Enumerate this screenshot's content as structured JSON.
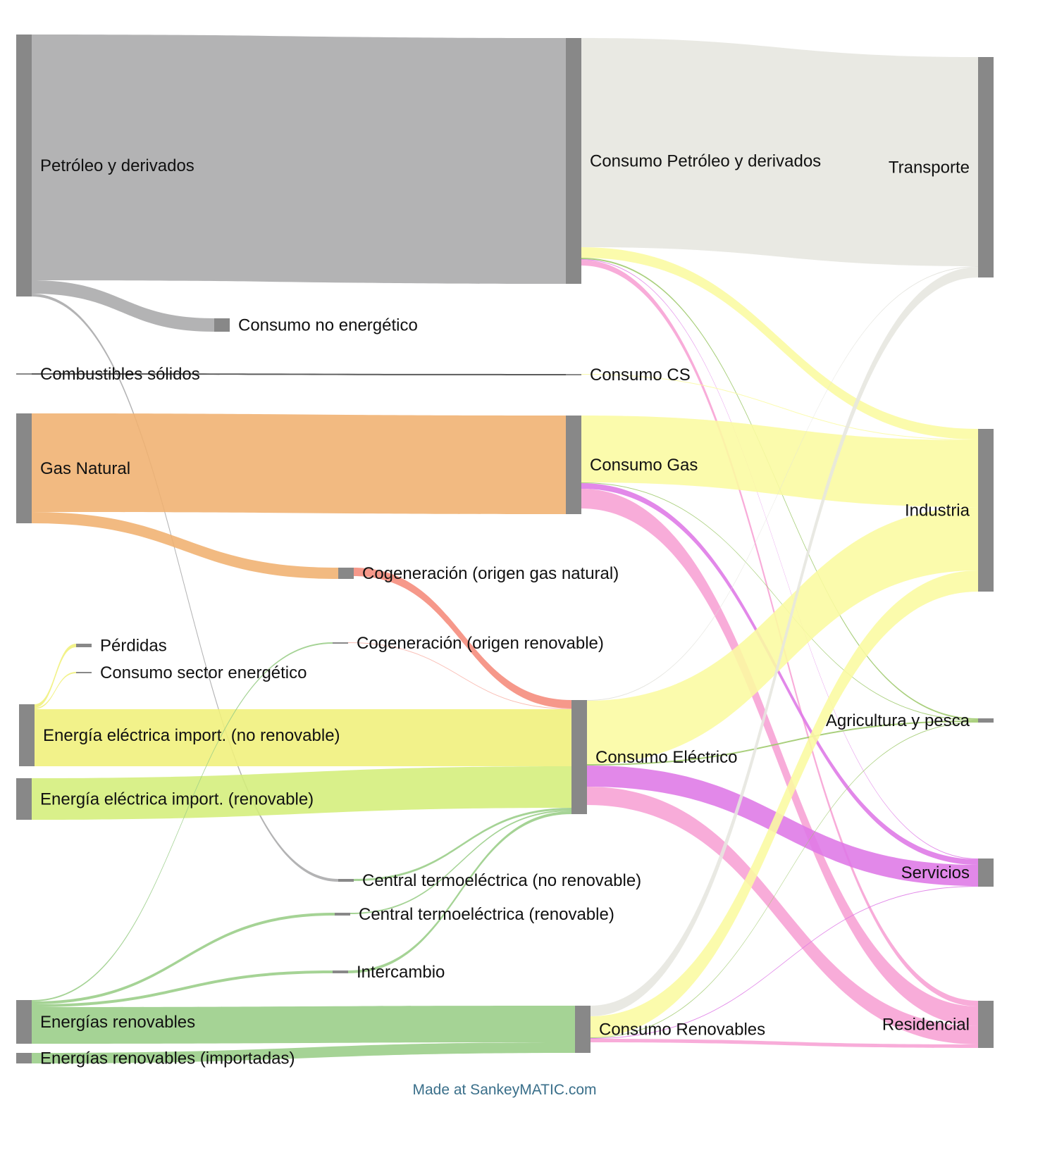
{
  "chart_data": {
    "type": "sankey",
    "node_color": "#888888",
    "nodes": [
      {
        "label": "Petróleo y derivados"
      },
      {
        "label": "Combustibles sólidos"
      },
      {
        "label": "Gas Natural"
      },
      {
        "label": "Energía eléctrica import. (no renovable)"
      },
      {
        "label": "Energía eléctrica import. (renovable)"
      },
      {
        "label": "Energías renovables"
      },
      {
        "label": "Energías renovables (importadas)"
      },
      {
        "label": "Consumo no energético"
      },
      {
        "label": "Pérdidas"
      },
      {
        "label": "Consumo sector energético"
      },
      {
        "label": "Cogeneración (origen gas natural)"
      },
      {
        "label": "Cogeneración (origen renovable)"
      },
      {
        "label": "Central termoeléctrica (no renovable)"
      },
      {
        "label": "Central termoeléctrica (renovable)"
      },
      {
        "label": "Intercambio"
      },
      {
        "label": "Consumo Petróleo y derivados"
      },
      {
        "label": "Consumo CS"
      },
      {
        "label": "Consumo Gas"
      },
      {
        "label": "Consumo Eléctrico"
      },
      {
        "label": "Consumo Renovables"
      },
      {
        "label": "Transporte"
      },
      {
        "label": "Industria"
      },
      {
        "label": "Agricultura y pesca"
      },
      {
        "label": "Servicios"
      },
      {
        "label": "Residencial"
      }
    ],
    "flows": [
      {
        "source": 0,
        "target": 15,
        "value": 349,
        "color": "#a9a9aa"
      },
      {
        "source": 0,
        "target": 7,
        "value": 19,
        "color": "#a9a9aa"
      },
      {
        "source": 0,
        "target": 12,
        "value": 4,
        "color": "#a9a9aa"
      },
      {
        "source": 1,
        "target": 16,
        "value": 2,
        "color": "#444444"
      },
      {
        "source": 2,
        "target": 17,
        "value": 140,
        "color": "#f0b070"
      },
      {
        "source": 2,
        "target": 10,
        "value": 16,
        "color": "#f0b070"
      },
      {
        "source": 3,
        "target": 8,
        "value": 5,
        "color": "#f0f07a"
      },
      {
        "source": 3,
        "target": 9,
        "value": 2,
        "color": "#f0f07a"
      },
      {
        "source": 3,
        "target": 18,
        "value": 81,
        "color": "#f0f07a"
      },
      {
        "source": 4,
        "target": 18,
        "value": 59,
        "color": "#d4ee7a"
      },
      {
        "source": 5,
        "target": 11,
        "value": 2,
        "color": "#98cd86"
      },
      {
        "source": 5,
        "target": 13,
        "value": 4,
        "color": "#98cd86"
      },
      {
        "source": 5,
        "target": 14,
        "value": 4,
        "color": "#98cd86"
      },
      {
        "source": 5,
        "target": 19,
        "value": 52,
        "color": "#98cd86"
      },
      {
        "source": 6,
        "target": 19,
        "value": 15,
        "color": "#98cd86"
      },
      {
        "source": 10,
        "target": 18,
        "value": 12,
        "color": "#f58a7a"
      },
      {
        "source": 11,
        "target": 18,
        "value": 1,
        "color": "#f9b3a8"
      },
      {
        "source": 12,
        "target": 18,
        "value": 3,
        "color": "#98cd86"
      },
      {
        "source": 13,
        "target": 18,
        "value": 2,
        "color": "#98cd86"
      },
      {
        "source": 14,
        "target": 18,
        "value": 4,
        "color": "#98cd86"
      },
      {
        "source": 15,
        "target": 20,
        "value": 297,
        "color": "#e6e6df"
      },
      {
        "source": 15,
        "target": 21,
        "value": 15,
        "color": "#fbfba0"
      },
      {
        "source": 15,
        "target": 22,
        "value": 2,
        "color": "#9dc86a"
      },
      {
        "source": 15,
        "target": 23,
        "value": 1,
        "color": "#de78e6"
      },
      {
        "source": 15,
        "target": 24,
        "value": 8,
        "color": "#f7a0d4"
      },
      {
        "source": 16,
        "target": 21,
        "value": 1,
        "color": "#fbfba0"
      },
      {
        "source": 17,
        "target": 21,
        "value": 95,
        "color": "#fbfba0"
      },
      {
        "source": 17,
        "target": 22,
        "value": 1,
        "color": "#9dc86a"
      },
      {
        "source": 17,
        "target": 23,
        "value": 8,
        "color": "#de78e6"
      },
      {
        "source": 17,
        "target": 24,
        "value": 28,
        "color": "#f7a0d4"
      },
      {
        "source": 18,
        "target": 20,
        "value": 1,
        "color": "#e0e0da"
      },
      {
        "source": 18,
        "target": 21,
        "value": 90,
        "color": "#fbfba0"
      },
      {
        "source": 18,
        "target": 22,
        "value": 2,
        "color": "#9dc86a"
      },
      {
        "source": 18,
        "target": 23,
        "value": 30,
        "color": "#de78e6"
      },
      {
        "source": 18,
        "target": 24,
        "value": 26,
        "color": "#f7a0d4"
      },
      {
        "source": 19,
        "target": 20,
        "value": 15,
        "color": "#e6e6df"
      },
      {
        "source": 19,
        "target": 21,
        "value": 30,
        "color": "#fbfba0"
      },
      {
        "source": 19,
        "target": 22,
        "value": 1,
        "color": "#9dc86a"
      },
      {
        "source": 19,
        "target": 23,
        "value": 1,
        "color": "#de78e6"
      },
      {
        "source": 19,
        "target": 24,
        "value": 5,
        "color": "#f7a0d4"
      }
    ]
  },
  "footer": {
    "credit": "Made at SankeyMATIC.com"
  }
}
